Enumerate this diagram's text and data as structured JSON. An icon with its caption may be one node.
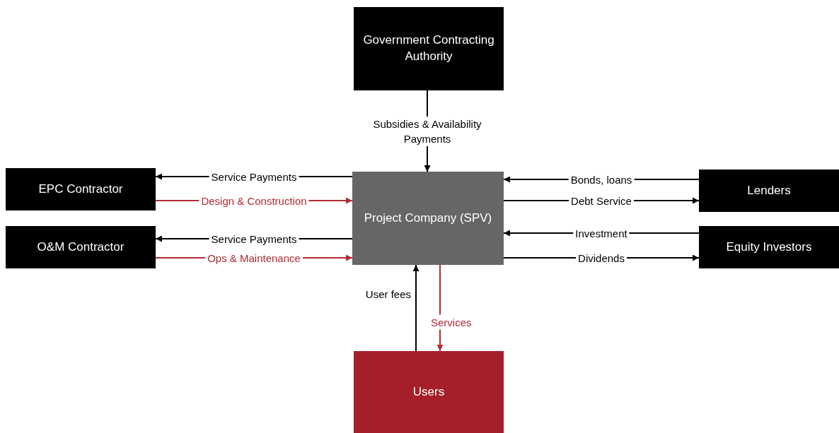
{
  "diagram": {
    "nodes": [
      {
        "text": [
          "Government Contracting Authority"
        ]
      },
      {
        "text": [
          "EPC Contractor"
        ]
      },
      {
        "text": [
          "O&M Contractor"
        ]
      },
      {
        "text": [
          "Project Company (SPV)"
        ]
      },
      {
        "text": [
          "Lenders"
        ]
      },
      {
        "text": [
          "Equity Investors"
        ]
      },
      {
        "text": [
          "Users"
        ]
      }
    ],
    "edges": [
      {
        "from": 0,
        "to": 3,
        "arrow": "to",
        "label": "Subsidies & Availability Payments"
      },
      {
        "from": 3,
        "to": 1,
        "arrow": "to",
        "label": "Service Payments"
      },
      {
        "from": 1,
        "to": 3,
        "arrow": "to",
        "label": "Design & Construction",
        "color": "#b22a33"
      },
      {
        "from": 3,
        "to": 2,
        "arrow": "to",
        "label": "Service Payments"
      },
      {
        "from": 2,
        "to": 3,
        "arrow": "to",
        "label": "Ops & Maintenance",
        "color": "#b22a33"
      },
      {
        "from": 4,
        "to": 3,
        "arrow": "to",
        "label": "Bonds, loans"
      },
      {
        "from": 3,
        "to": 4,
        "arrow": "to",
        "label": "Debt Service"
      },
      {
        "from": 5,
        "to": 3,
        "arrow": "to",
        "label": "Investment"
      },
      {
        "from": 3,
        "to": 5,
        "arrow": "to",
        "label": "Dividends"
      },
      {
        "from": 6,
        "to": 3,
        "arrow": "to",
        "label": "User fees"
      },
      {
        "from": 3,
        "to": 6,
        "arrow": "to",
        "label": "Services",
        "color": "#b22a33"
      }
    ]
  }
}
